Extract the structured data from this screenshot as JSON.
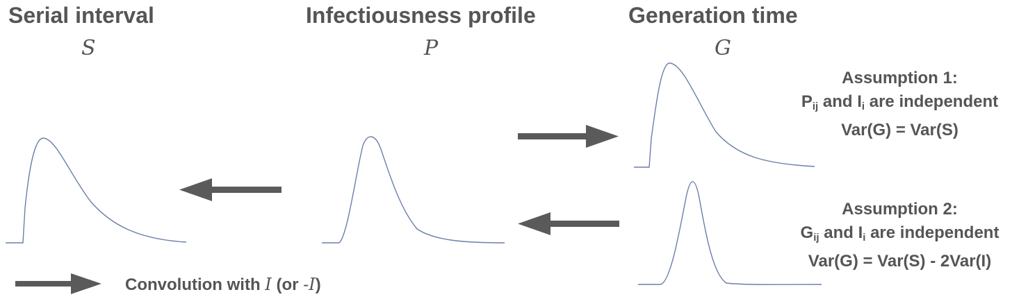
{
  "titles": {
    "serial_interval": "Serial interval",
    "infectiousness_profile": "Infectiousness profile",
    "generation_time": "Generation time"
  },
  "symbols": {
    "serial_interval": "S",
    "infectiousness_profile": "P",
    "generation_time": "G"
  },
  "assumption1": {
    "title": "Assumption 1:",
    "line2_a": "P",
    "line2_sub1": "ij",
    "line2_b": " and I",
    "line2_sub2": "i",
    "line2_c": " are independent",
    "line3": "Var(G) = Var(S)"
  },
  "assumption2": {
    "title": "Assumption 2:",
    "line2_a": "G",
    "line2_sub1": "ij",
    "line2_b": " and I",
    "line2_sub2": "i",
    "line2_c": " are independent",
    "line3": "Var(G) = Var(S) - 2Var(I)"
  },
  "legend": {
    "text": "Convolution with ",
    "sym1": "I",
    "mid": " (or ",
    "sym2": "-I",
    "end": ")"
  },
  "colors": {
    "text": "#555555",
    "arrow": "#5a5a5a",
    "curve": "#6b7fa8"
  }
}
